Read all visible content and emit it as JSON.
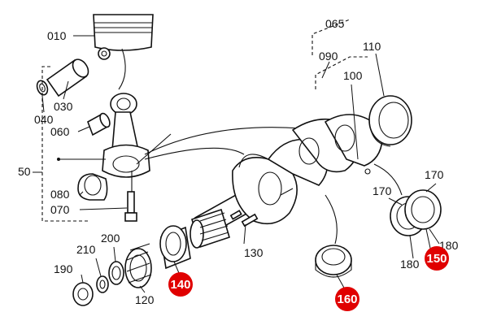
{
  "labels": {
    "p010": "010",
    "p030": "030",
    "p040": "040",
    "p050": "50",
    "p060": "060",
    "p065": "065",
    "p070": "070",
    "p080": "080",
    "p090": "090",
    "p100": "100",
    "p110": "110",
    "p120": "120",
    "p130": "130",
    "p170a": "170",
    "p170b": "170",
    "p180a": "180",
    "p180b": "180",
    "p190": "190",
    "p200": "200",
    "p210": "210"
  },
  "callouts": {
    "c140": "140",
    "c150": "150",
    "c160": "160"
  },
  "colors": {
    "callout": "#e00000",
    "line": "#111111"
  }
}
